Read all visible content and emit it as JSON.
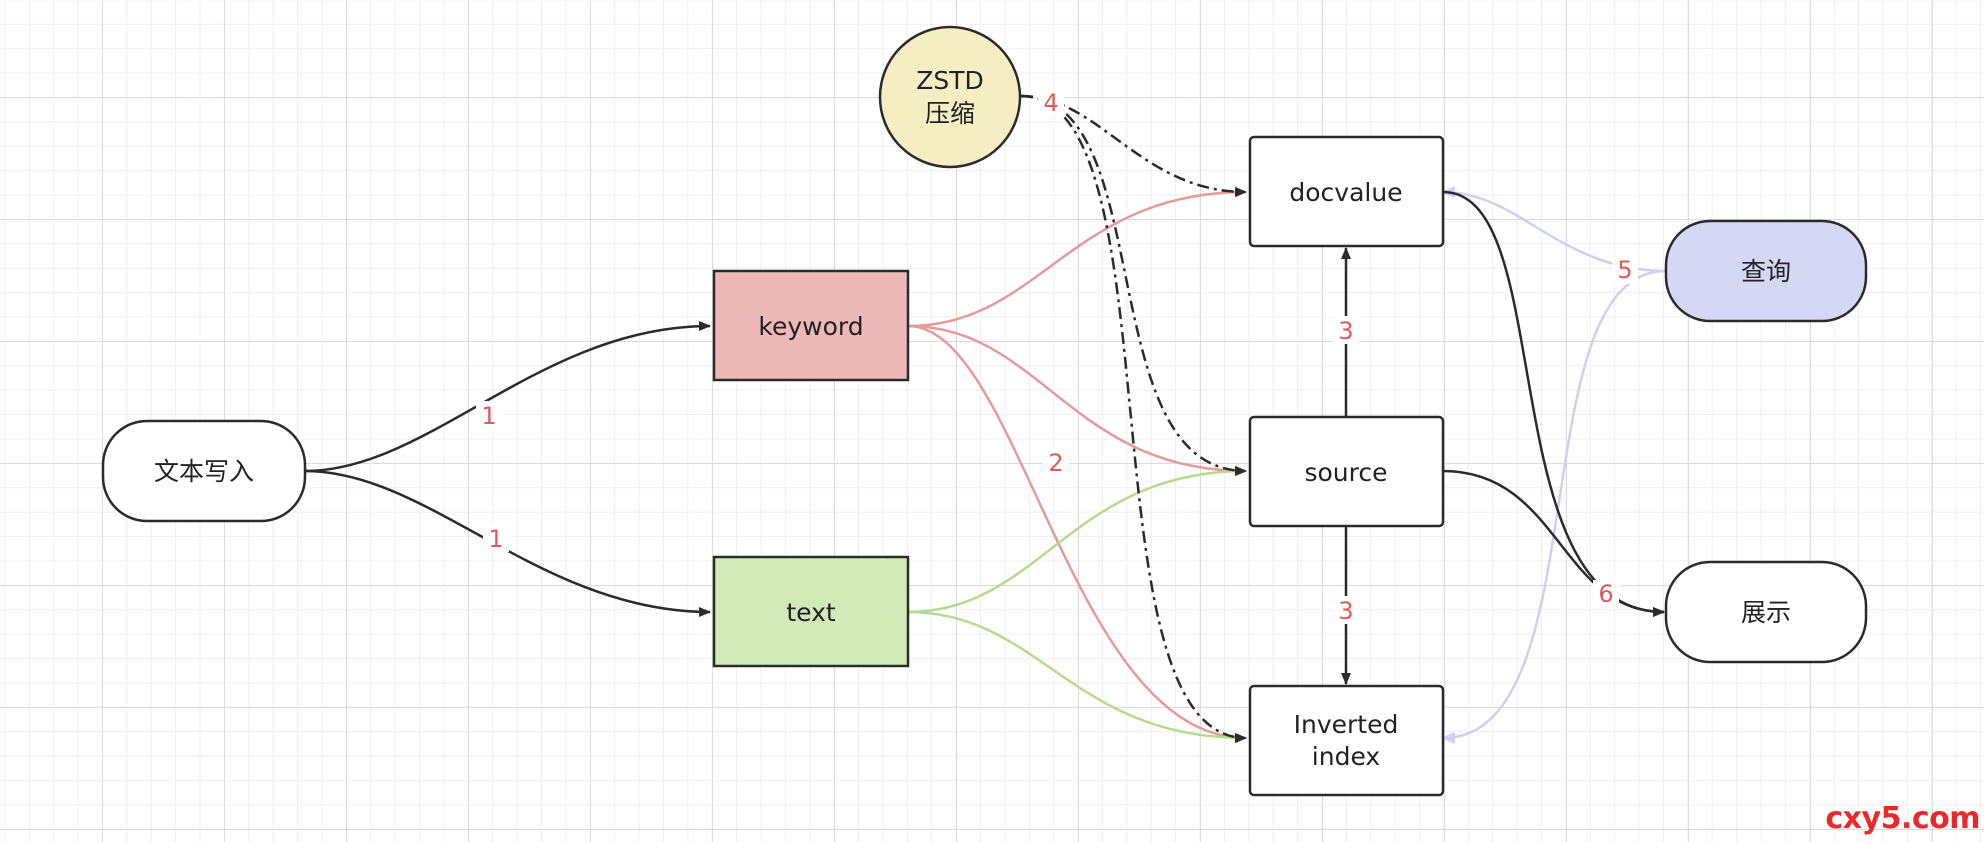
{
  "diagram": {
    "nodes": {
      "write": {
        "label": "文本写入",
        "fill": "#ffffff",
        "shape": "rounded-rect"
      },
      "keyword": {
        "label": "keyword",
        "fill": "#ecb8b8",
        "shape": "rect"
      },
      "text": {
        "label": "text",
        "fill": "#d2eab8",
        "shape": "rect"
      },
      "zstd": {
        "lines": [
          "ZSTD",
          "压缩"
        ],
        "fill": "#f5eec3",
        "shape": "circle"
      },
      "docvalue": {
        "label": "docvalue",
        "fill": "#ffffff",
        "shape": "rect"
      },
      "source": {
        "label": "source",
        "fill": "#ffffff",
        "shape": "rect"
      },
      "inverted": {
        "lines": [
          "Inverted",
          "index"
        ],
        "fill": "#ffffff",
        "shape": "rect"
      },
      "query": {
        "label": "查询",
        "fill": "#d6d6f5",
        "shape": "rounded-rect"
      },
      "display": {
        "label": "展示",
        "fill": "#ffffff",
        "shape": "rounded-rect"
      }
    },
    "edge_labels": {
      "write_to_keyword": "1",
      "write_to_text": "1",
      "keyword_to_inverted": "2",
      "source_to_docvalue": "3",
      "source_to_inverted": "3",
      "zstd": "4",
      "query": "5",
      "display": "6"
    },
    "colors": {
      "dark": "#2b2b2b",
      "keyword_edge": "#e69a9a",
      "text_edge": "#b5db8e",
      "query_edge": "#cdd0f2",
      "label": "#e05a5a"
    }
  },
  "watermark": "cxy5.com"
}
